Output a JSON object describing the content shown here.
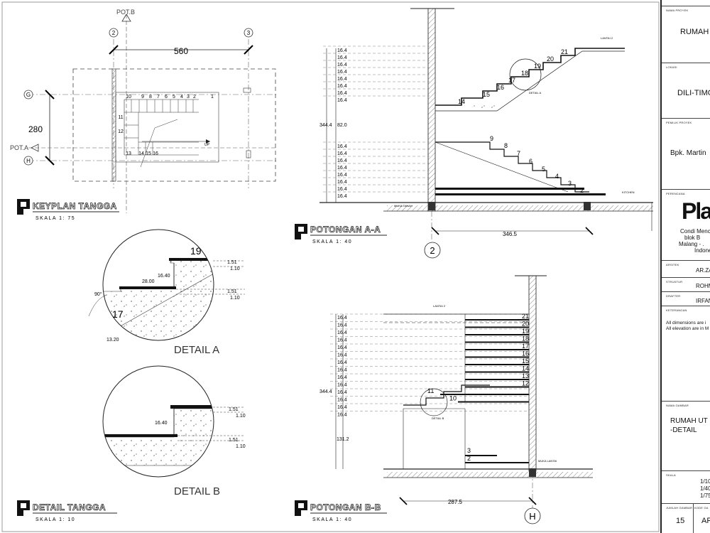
{
  "keyplan": {
    "title": "KEYPLAN TANGGA",
    "scale": "SKALA 1: 75",
    "pot_b": "POT.B",
    "pot_a": "POT.A",
    "grid_2": "2",
    "grid_3": "3",
    "grid_g": "G",
    "grid_h": "H",
    "dim_560": "560",
    "dim_280": "280",
    "up": "UP",
    "steps_top": [
      "10",
      "9",
      "8",
      "7",
      "6",
      "5",
      "4",
      "3",
      "2",
      "1"
    ],
    "steps_left": [
      "11",
      "12",
      "13"
    ],
    "steps_bottom": [
      "14",
      "15",
      "16"
    ]
  },
  "detail_a": {
    "label": "DETAIL A",
    "step_19": "19",
    "step_17": "17",
    "dim_1640": "16.40",
    "dim_2800": "28.00",
    "angle": "90°",
    "dim_1320": "13.20",
    "note_151": "1.51",
    "note_110": "1.10"
  },
  "detail_b": {
    "label": "DETAIL B",
    "dim_1640": "16.40",
    "note_151": "1.51",
    "note_110": "1.10"
  },
  "detail_tangga": {
    "title": "DETAIL TANGGA",
    "scale": "SKALA 1: 10"
  },
  "section_a": {
    "title": "POTONGAN A-A",
    "scale": "SKALA 1: 40",
    "grid": "2",
    "riser": "16.4",
    "total": "344.4",
    "mid": "82.0",
    "dim_3465": "346.5",
    "upper_steps": [
      "21",
      "20",
      "19",
      "18",
      "17",
      "16",
      "15",
      "14"
    ],
    "lower_steps": [
      "9",
      "8",
      "7",
      "6",
      "5",
      "4",
      "3",
      "2"
    ],
    "lantai2": "LANTAI 2",
    "detail_a": "DETAIL A",
    "kitchen": "KITCHEN",
    "muka_tanah": "MUKA TANAH"
  },
  "section_b": {
    "title": "POTONGAN B-B",
    "scale": "SKALA 1: 40",
    "grid": "H",
    "riser": "16.4",
    "total": "344.4",
    "dim_1312": "131.2",
    "dim_2875": "287.5",
    "steps": [
      "21",
      "20",
      "19",
      "18",
      "17",
      "16",
      "15",
      "14",
      "13",
      "12",
      "11",
      "10"
    ],
    "low_steps": [
      "3",
      "2"
    ],
    "lantai2": "LANTAI 2",
    "detail_b": "DETAIL B",
    "muka_lantai": "MUKA LANTAI"
  },
  "titleblock": {
    "nama_proyek_label": "NAMA PROYEK",
    "nama_proyek": "RUMAH T",
    "lokasi_label": "LOKASI",
    "lokasi": "DILI-TIMO",
    "pemilik_label": "PEMILIK PROYEK",
    "pemilik": "Bpk. Martin",
    "perencana_label": "PERENCANA",
    "logo": "Pla",
    "addr1": "Condi Menc",
    "addr2": "blok B",
    "addr3": "Malang - .",
    "addr4": "Indone",
    "arsitek_label": "ARSITEK",
    "arsitek": "AR.ZA",
    "struktur_label": "STRUKTUR",
    "struktur": "ROHM",
    "drafter_label": "DRAFTER",
    "drafter": "IRFAN",
    "keterangan_label": "KETERANGAN",
    "note1": "All dimensions are i",
    "note2": "All elevation are in M",
    "nama_gambar_label": "NAMA GAMBAR",
    "nama_gambar1": "RUMAH UT",
    "nama_gambar2": "-DETAIL",
    "skala_label": "SKALA",
    "skala1": "1/10",
    "skala2": "1/40",
    "skala3": "1/75",
    "jumlah_label": "JUMLAH GAMBAR",
    "kode_label": "KODE GA",
    "jumlah": "15",
    "kode": "AR"
  }
}
